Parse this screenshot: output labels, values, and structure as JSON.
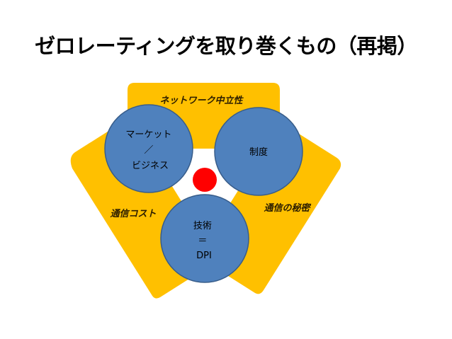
{
  "slide": {
    "title": "ゼロレーティングを取り巻くもの（再掲）"
  },
  "bands": {
    "top": "ネットワーク中立性",
    "left": "通信コスト",
    "right": "通信の秘密"
  },
  "circles": {
    "market": [
      "マーケット",
      "／",
      "ビジネス"
    ],
    "system": [
      "制度"
    ],
    "tech": [
      "技術",
      "＝",
      "DPI"
    ]
  },
  "colors": {
    "band": "#FFC000",
    "circle_fill": "#4F81BD",
    "circle_stroke": "#385D8A",
    "center_dot": "#FF0000"
  }
}
